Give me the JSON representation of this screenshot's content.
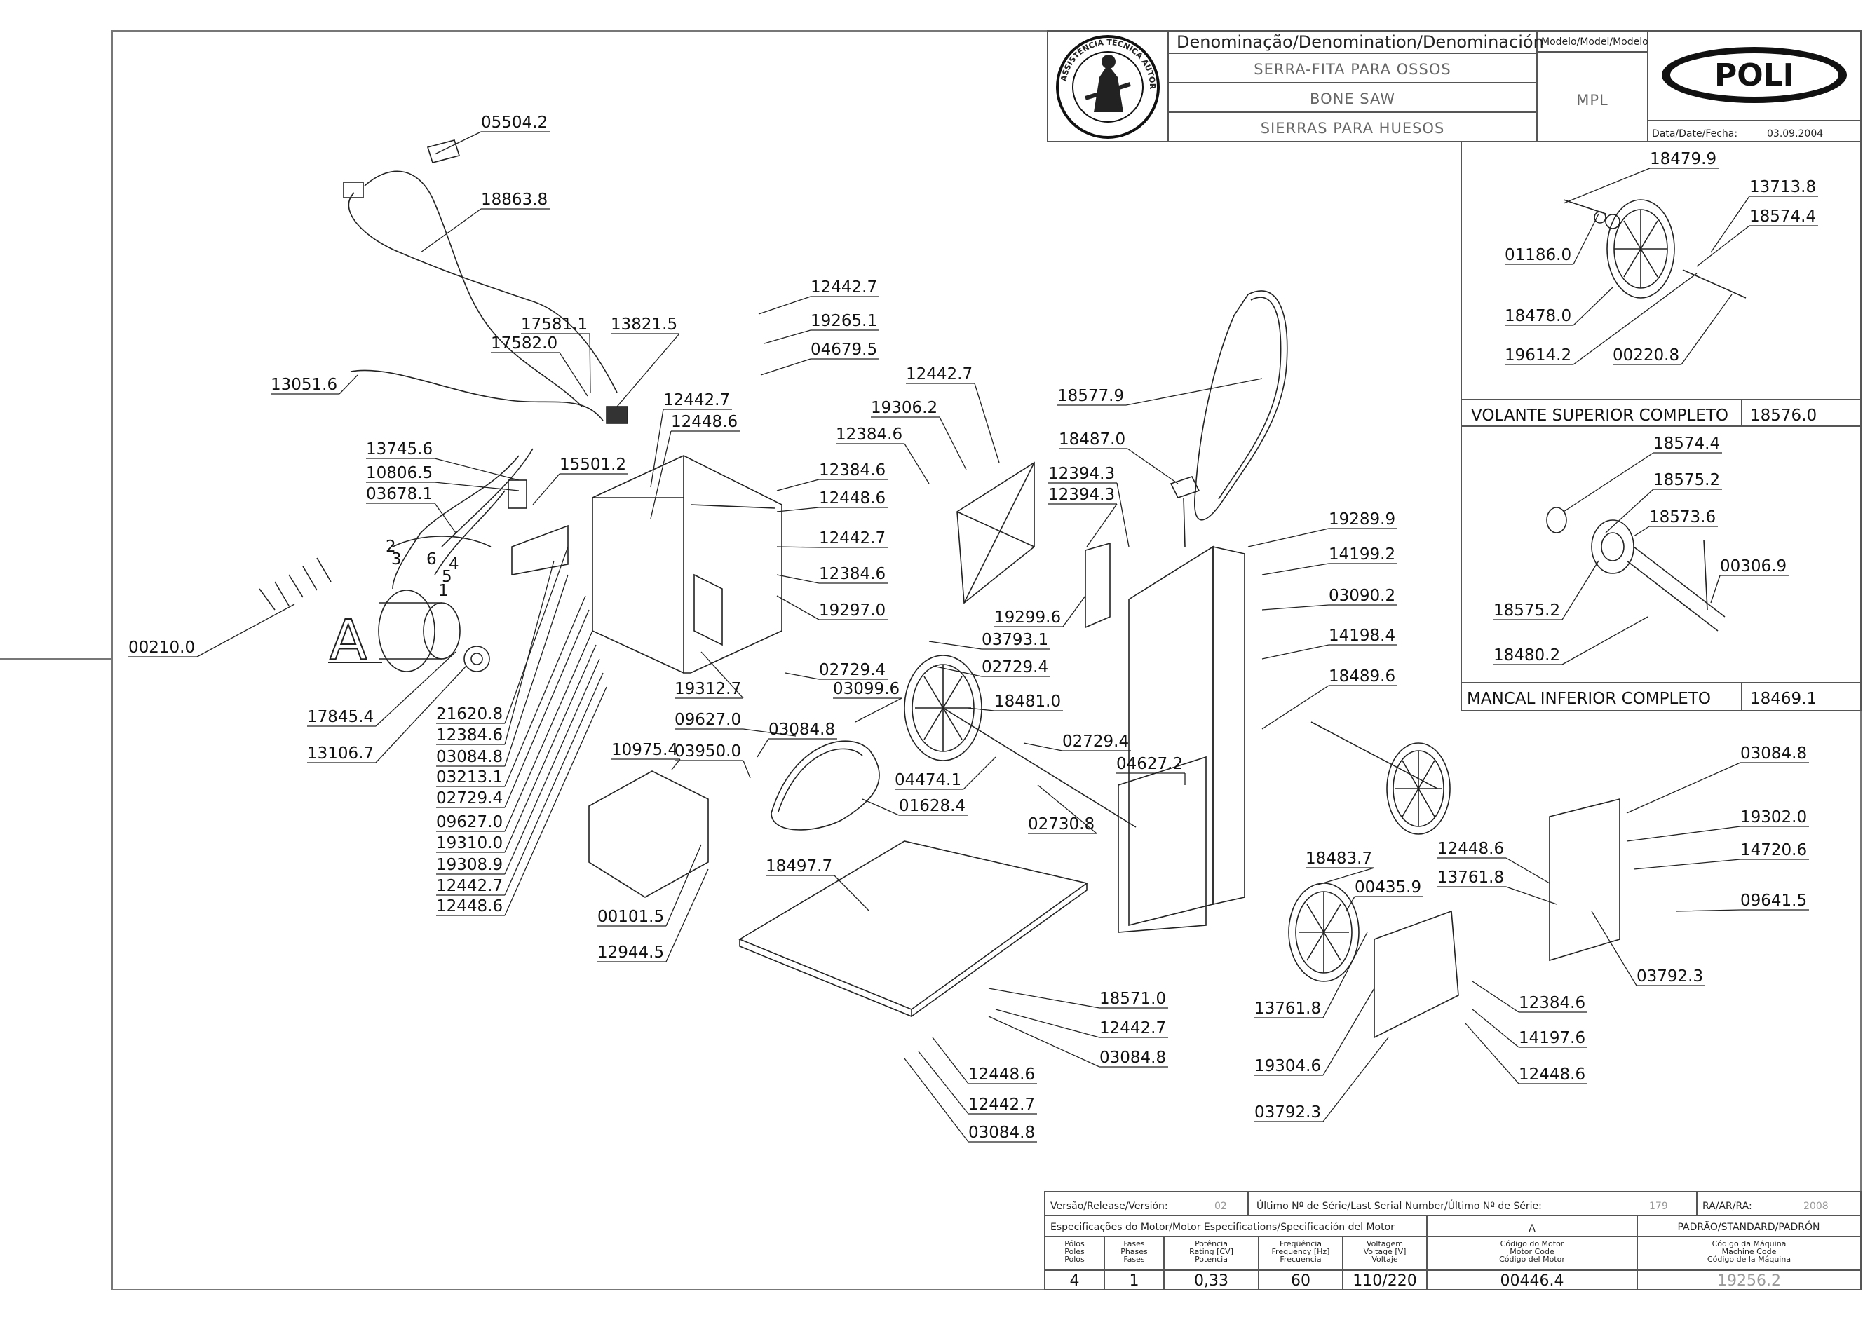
{
  "title_block": {
    "denomination_header": "Denominação/Denomination/Denominación",
    "model_header": "Modelo/Model/Modelo",
    "names": [
      "SERRA-FITA PARA OSSOS",
      "BONE SAW",
      "SIERRAS PARA HUESOS"
    ],
    "model": "MPL",
    "brand": "POLI",
    "date_label": "Data/Date/Fecha:",
    "date": "03.09.2004",
    "seal_text": "ASSISTÊNCIA TÉCNICA AUTORIZADA"
  },
  "sub_assemblies": [
    {
      "name": "VOLANTE SUPERIOR COMPLETO",
      "code": "18576.0"
    },
    {
      "name": "MANCAL INFERIOR COMPLETO",
      "code": "18469.1"
    }
  ],
  "bottom_block": {
    "version_label": "Versão/Release/Versión:",
    "version": "02",
    "serial_label": "Último Nº de Série/Last Serial Number/Último Nº de Série:",
    "serial": "179",
    "ra_label": "RA/AR/RA:",
    "ra": "2008",
    "motor_spec_label": "Especificações do Motor/Motor Especifications/Specificación del Motor",
    "motor_letter": "A",
    "standard_label": "PADRÃO/STANDARD/PADRÓN",
    "columns": [
      {
        "label": "Pólos\nPoles\nPolos",
        "value": "4"
      },
      {
        "label": "Fases\nPhases\nFases",
        "value": "1"
      },
      {
        "label": "Potência\nRating [CV]\nPotencia",
        "value": "0,33"
      },
      {
        "label": "Freqüência\nFrequency [Hz]\nFrecuencia",
        "value": "60"
      },
      {
        "label": "Voltagem\nVoltage [V]\nVoltaje",
        "value": "110/220"
      },
      {
        "label": "Código do Motor\nMotor Code\nCódigo del Motor",
        "value": "00446.4"
      },
      {
        "label": "Código da Máquina\nMachine Code\nCódigo de la Máquina",
        "value": "19256.2"
      }
    ]
  },
  "motor_callout": "A",
  "wire_numbers": [
    "1",
    "2",
    "3",
    "4",
    "5",
    "6"
  ],
  "part_labels": [
    "05504.2",
    "18863.8",
    "13051.6",
    "17581.1",
    "13821.5",
    "17582.0",
    "13745.6",
    "10806.5",
    "03678.1",
    "00210.0",
    "17845.4",
    "13106.7",
    "12442.7",
    "12448.6",
    "15501.2",
    "21620.8",
    "12384.6",
    "03084.8",
    "03213.1",
    "02729.4",
    "09627.0",
    "19310.0",
    "19308.9",
    "12442.7",
    "12448.6",
    "10975.4",
    "00101.5",
    "12944.5",
    "12442.7",
    "19265.1",
    "04679.5",
    "12384.6",
    "12448.6",
    "12442.7",
    "12384.6",
    "19297.0",
    "19312.7",
    "02729.4",
    "03099.6",
    "09627.0",
    "03084.8",
    "03950.0",
    "01628.4",
    "18497.7",
    "12442.7",
    "19306.2",
    "12384.6",
    "03793.1",
    "02729.4",
    "18481.0",
    "02729.4",
    "04474.1",
    "02730.8",
    "18577.9",
    "18487.0",
    "12394.3",
    "12394.3",
    "19299.6",
    "04627.2",
    "19289.9",
    "14199.2",
    "03090.2",
    "14198.4",
    "18489.6",
    "18483.7",
    "00435.9",
    "13761.8",
    "19304.6",
    "03792.3",
    "12384.6",
    "14197.6",
    "12448.6",
    "18571.0",
    "12442.7",
    "03084.8",
    "12448.6",
    "12442.7",
    "03084.8",
    "12448.6",
    "13761.8",
    "03084.8",
    "19302.0",
    "14720.6",
    "09641.5",
    "03792.3",
    "18479.9",
    "13713.8",
    "18574.4",
    "01186.0",
    "18478.0",
    "19614.2",
    "00220.8",
    "18574.4",
    "18575.2",
    "18573.6",
    "00306.9",
    "18575.2",
    "18480.2"
  ]
}
